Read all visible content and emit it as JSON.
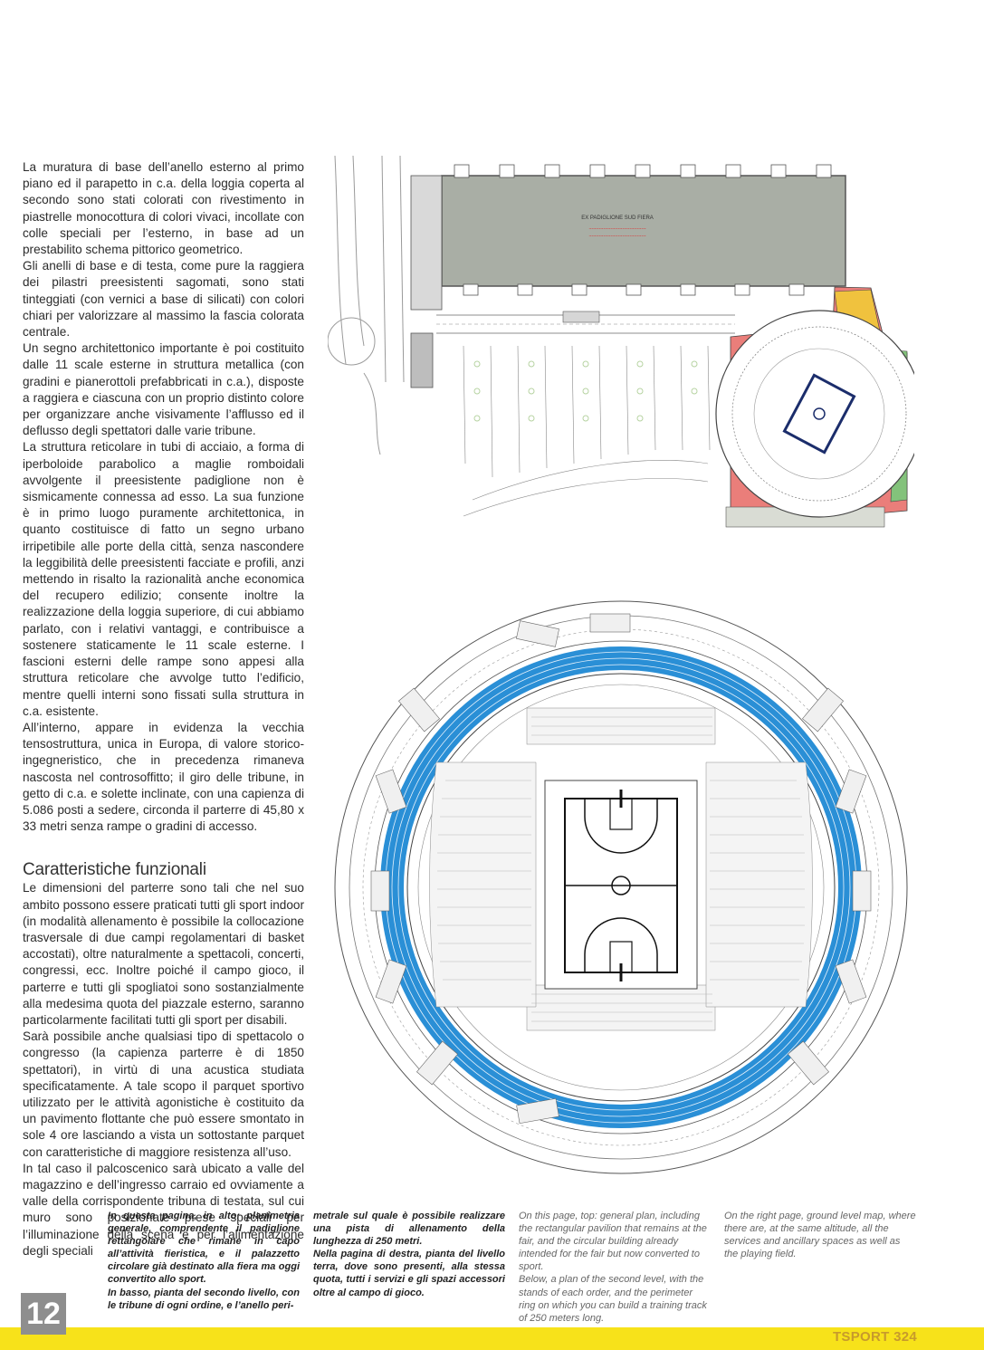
{
  "body": {
    "paragraphs": [
      "La muratura di base dell’anello esterno al primo piano ed il parapetto in c.a. della loggia coperta al secondo sono stati colorati con rivestimento in piastrelle monocottura di colori vivaci, incollate con colle speciali per l’esterno, in base ad un prestabilito schema pittorico geometrico.",
      "Gli anelli di base e di testa, come pure la raggiera dei pilastri preesistenti sagomati, sono stati tinteggiati (con vernici a base di silicati) con colori chiari per valorizzare al massimo la fascia colorata centrale.",
      "Un segno architettonico importante è poi costituito dalle 11 scale esterne in struttura metallica (con gradini e pianerottoli prefabbricati in c.a.), disposte a raggiera e ciascuna con un proprio distinto colore per organizzare anche visivamente l’afflusso ed il deflusso degli spettatori dalle varie tribune.",
      "La struttura reticolare in tubi di acciaio, a forma di iperboloide parabolico a maglie romboidali avvolgente il preesistente padiglione non è sismicamente connessa ad esso. La sua funzione è in primo luogo puramente architettonica, in quanto costituisce di fatto un segno urbano irripetibile alle porte della città, senza nascondere la leggibilità delle preesistenti facciate e profili, anzi mettendo in risalto la razionalità anche economica del recupero edilizio; consente inoltre la realizzazione della loggia superiore, di cui abbiamo parlato, con i relativi vantaggi, e contribuisce a sostenere staticamente le 11 scale esterne. I fascioni esterni delle rampe sono appesi alla struttura reticolare che avvolge tutto l’edificio, mentre quelli interni sono fissati sulla struttura in c.a. esistente.",
      "All’interno, appare in evidenza la vecchia tensostruttura, unica in Europa, di valore storico-ingegneristico, che in precedenza rimaneva nascosta nel controsoffitto; il giro delle tribune, in getto di c.a. e solette inclinate, con una capienza di 5.086 posti a sedere, circonda il parterre di 45,80 x 33 metri senza rampe o gradini di accesso."
    ],
    "heading": "Caratteristiche funzionali",
    "paragraphs2": [
      "Le dimensioni del parterre sono tali che nel suo ambito possono essere praticati tutti gli sport indoor (in modalità allenamento è possibile la collocazione trasversale di due campi regolamentari di basket accostati), oltre naturalmente a spettacoli, concerti, congressi, ecc. Inoltre poiché il campo gioco, il parterre e tutti gli spogliatoi sono sostanzialmente alla medesima quota del piazzale esterno, saranno particolarmente facilitati tutti gli sport per disabili.",
      "Sarà possibile anche qualsiasi tipo di spettacolo o congresso (la capienza parterre è di 1850 spettatori), in virtù di una acustica studiata specificatamente. A tale scopo il parquet sportivo utilizzato per le attività agonistiche è costituito da un pavimento flottante che può essere smontato in sole 4 ore lasciando a vista un sottostante parquet con caratteristiche di maggiore resistenza all’uso.",
      "In tal caso il palcoscenico sarà ubicato a valle del magazzino e dell’ingresso carraio ed ovviamente a valle della corrispondente tribuna di testata, sul cui muro sono posizionate prese speciali per l’illuminazione della scena e per l’alimentazione degli speciali"
    ]
  },
  "captions": {
    "it_col1": [
      "In questa pagina, in alto: planimetria generale, comprendente il padiglione rettangolare che rimane in capo all’attività fieristica, e il palazzetto circolare già destinato alla fiera ma oggi convertito allo sport.",
      "In basso, pianta del secondo livello, con le tribune di ogni ordine, e l’anello peri-"
    ],
    "it_col2": [
      "metrale sul quale è possibile realizzare una pista di allenamento della lunghezza di 250 metri.",
      "Nella pagina di destra, pianta del livello terra, dove sono presenti, alla stessa quota, tutti i servizi e gli spazi accessori oltre al campo di gioco."
    ],
    "en_col1": [
      "On this page, top: general plan, including the rectangular pavilion that remains at the fair, and the circular building already intended for the fair but now converted to sport.",
      "Below, a plan of the second level, with the stands of each order, and the perimeter ring on which you can build a training track of 250 meters long."
    ],
    "en_col2": [
      "On the right page, ground level map, where there are, at the same altitude, all the services and ancillary spaces as well as the playing field."
    ]
  },
  "plan_labels": {
    "pavilion_title": "EX PADIGLIONE SUD FIERA"
  },
  "footer": {
    "page_number": "12",
    "magazine": "TSPORT 324"
  },
  "colors": {
    "footer_bar": "#f7e21a",
    "track_blue": "#2a8fd6",
    "plaza_red": "#ea7e7a",
    "plaza_yellow": "#f0c23e",
    "plaza_green": "#83c27b",
    "pavilion_gray": "#a9aea5"
  }
}
